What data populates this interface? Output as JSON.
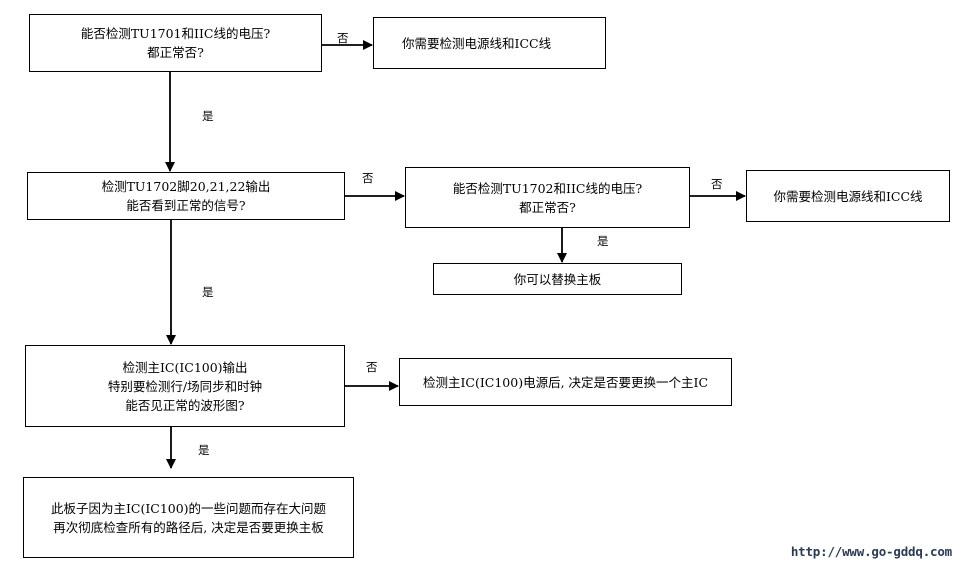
{
  "nodes": {
    "q1": [
      "能否检测TU1701和IIC线的电压?",
      "都正常否?"
    ],
    "r1": [
      "你需要检测电源线和ICC线"
    ],
    "q2": [
      "检测TU1702脚20,21,22输出",
      "能否看到正常的信号?"
    ],
    "q3": [
      "能否检测TU1702和IIC线的电压?",
      "都正常否?"
    ],
    "r2": [
      "你需要检测电源线和ICC线"
    ],
    "r3": [
      "你可以替换主板"
    ],
    "q4": [
      "检测主IC(IC100)输出",
      "特别要检测行/场同步和时钟",
      "能否见正常的波形图?"
    ],
    "r4": [
      "检测主IC(IC100)电源后, 决定是否要更换一个主IC"
    ],
    "r5": [
      "此板子因为主IC(IC100)的一些问题而存在大问题",
      "再次彻底检查所有的路径后, 决定是否要更换主板"
    ]
  },
  "labels": {
    "no": "否",
    "yes": "是"
  },
  "watermark": "http://www.go-gddq.com"
}
